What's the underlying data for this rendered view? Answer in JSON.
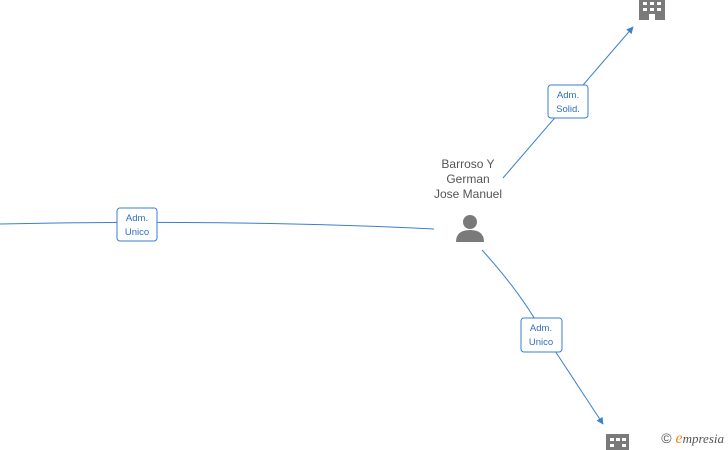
{
  "person": {
    "name_lines": [
      "Barroso Y",
      "German",
      "Jose Manuel"
    ],
    "icon": "person-icon"
  },
  "relations": [
    {
      "id": "top",
      "label_lines": [
        "Adm.",
        "Solid."
      ],
      "target_icon": "building-icon"
    },
    {
      "id": "left",
      "label_lines": [
        "Adm.",
        "Unico"
      ],
      "target_icon": ""
    },
    {
      "id": "bottom",
      "label_lines": [
        "Adm.",
        "Unico"
      ],
      "target_icon": "building-icon"
    }
  ],
  "footer": {
    "copyright_symbol": "©",
    "brand_initial": "e",
    "brand_rest": "mpresia"
  },
  "colors": {
    "edge": "#3a7fd0",
    "node_icon": "#7a7a7a",
    "brand_accent": "#f08a1c"
  }
}
